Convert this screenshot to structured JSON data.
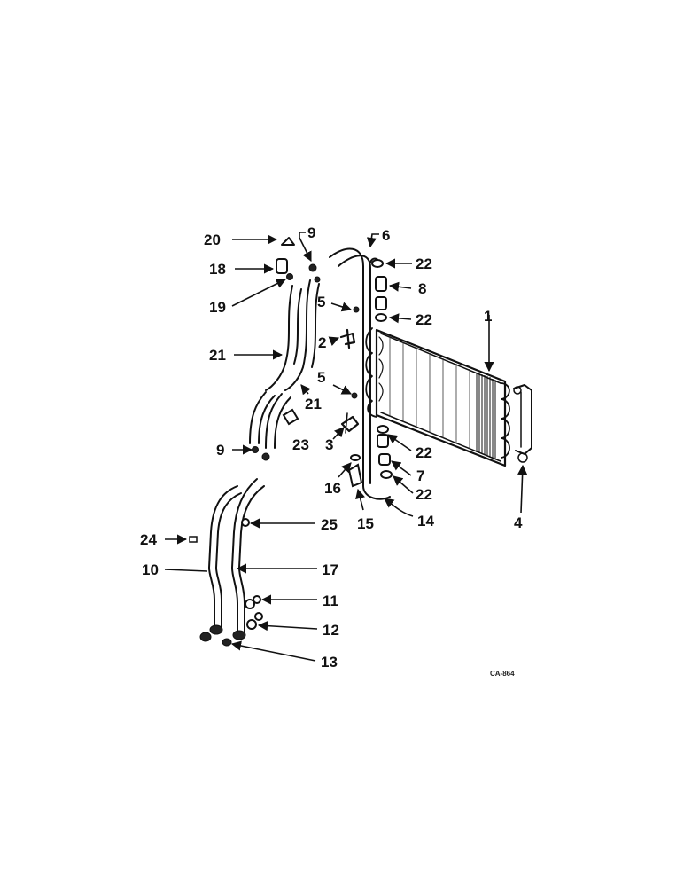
{
  "diagram": {
    "drawing_code": "CA-864",
    "callouts": {
      "c1": "1",
      "c2": "2",
      "c3": "3",
      "c4": "4",
      "c5a": "5",
      "c5b": "5",
      "c6": "6",
      "c7": "7",
      "c8": "8",
      "c9a": "9",
      "c9b": "9",
      "c10": "10",
      "c11": "11",
      "c12": "12",
      "c13": "13",
      "c14": "14",
      "c15": "15",
      "c16": "16",
      "c17": "17",
      "c18": "18",
      "c19": "19",
      "c20": "20",
      "c21a": "21",
      "c21b": "21",
      "c22a": "22",
      "c22b": "22",
      "c22c": "22",
      "c22d": "22",
      "c23": "23",
      "c24": "24",
      "c25": "25"
    }
  }
}
